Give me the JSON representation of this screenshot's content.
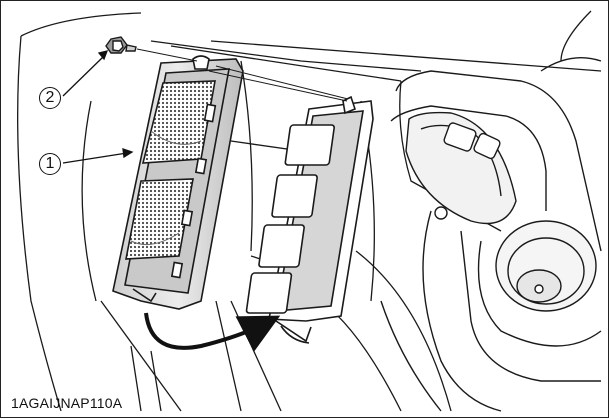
{
  "figure": {
    "caption": "1AGAIJNAP110A",
    "callouts": [
      {
        "number": "1",
        "part": "filter-cover"
      },
      {
        "number": "2",
        "part": "screw"
      }
    ]
  },
  "colors": {
    "line": "#1a1a1a",
    "shade": "#d9d9d9",
    "dark_shade": "#9a9a9a",
    "background": "#ffffff"
  }
}
